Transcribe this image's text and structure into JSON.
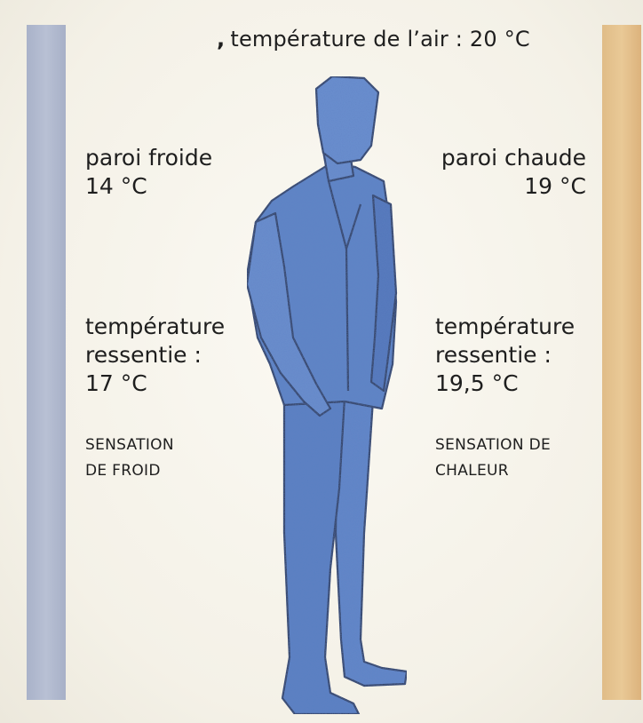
{
  "air": {
    "label": "température de l’air : 20 °C"
  },
  "cold_side": {
    "wall_label": "paroi froide",
    "wall_temp": "14 °C",
    "felt_label_1": "température",
    "felt_label_2": "ressentie :",
    "felt_temp": "17 °C",
    "sensation_1": "SENSATION",
    "sensation_2": "DE FROID",
    "color": "#b3bbd0"
  },
  "warm_side": {
    "wall_label": "paroi chaude",
    "wall_temp": "19 °C",
    "felt_label_1": "température",
    "felt_label_2": "ressentie :",
    "felt_temp": "19,5 °C",
    "sensation_1": "SENSATION DE",
    "sensation_2": "CHALEUR",
    "color": "#e6c391"
  },
  "figure": {
    "color": "#5b82c4",
    "icon": "standing-man-icon"
  }
}
